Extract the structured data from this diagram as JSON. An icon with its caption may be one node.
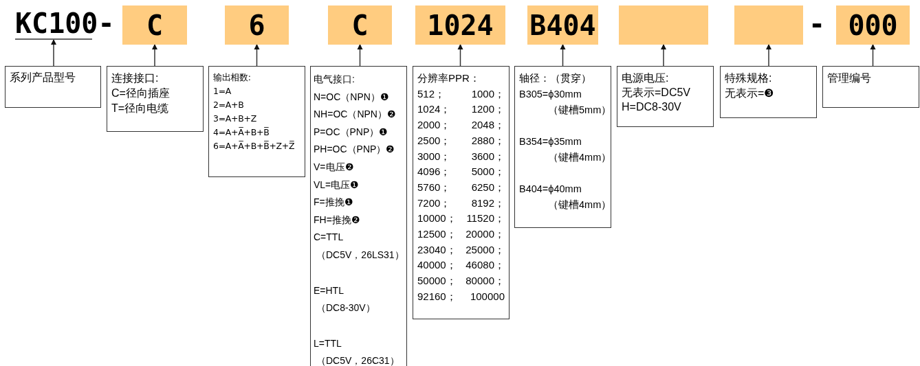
{
  "diagram": {
    "nodes": [
      {
        "text": [
          "KC100-"
        ]
      },
      {
        "text": [
          "C"
        ]
      },
      {
        "text": [
          "6"
        ]
      },
      {
        "text": [
          "C"
        ]
      },
      {
        "text": [
          "1024"
        ]
      },
      {
        "text": [
          "B404"
        ]
      },
      {
        "text": [],
        "shape": "box"
      },
      {
        "text": [],
        "shape": "box"
      },
      {
        "text": [
          "000"
        ]
      },
      {
        "text": [
          "系列产品型号"
        ]
      },
      {
        "text": [
          "连接接口:",
          "C=径向插座",
          "T=径向电缆"
        ]
      },
      {
        "text": [
          "输出相数:",
          "1=A",
          "2=A+B",
          "3=A+B+Z",
          "4=A+A̅+B+B̅",
          "6=A+A̅+B+B̅+Z+Z̅"
        ]
      },
      {
        "text": [
          "电气接口:",
          "N=OC（NPN）❶",
          "NH=OC（NPN）❷",
          "P=OC（PNP）❶",
          "PH=OC（PNP）❷",
          "V=电压❷",
          "VL=电压❶",
          "F=推挽❶",
          "FH=推挽❷",
          "C=TTL",
          "（DC5V，26LS31）",
          "E=HTL",
          "（DC8-30V）",
          "L=TTL",
          "（DC5V，26C31）"
        ]
      },
      {
        "text": [
          "分辨率PPR：",
          "512；",
          "1000；",
          "1024；",
          "1200；",
          "2000；",
          "2048；",
          "2500；",
          "2880；",
          "3000；",
          "3600；",
          "4096；",
          "5000；",
          "5760；",
          "6250；",
          "7200；",
          "8192；",
          "10000；",
          "11520；",
          "12500；",
          "20000；",
          "23040；",
          "25000；",
          "40000；",
          "46080；",
          "50000；",
          "80000；",
          "92160；",
          "100000"
        ]
      },
      {
        "text": [
          "轴径：（贯穿）",
          "B305=ϕ30mm",
          "（键槽5mm）",
          "B354=ϕ35mm",
          "（键槽4mm）",
          "B404=ϕ40mm",
          "（键槽4mm）"
        ]
      },
      {
        "text": [
          "电源电压:",
          "无表示=DC5V",
          "H=DC8-30V"
        ]
      },
      {
        "text": [
          "特殊规格:",
          "无表示=❸"
        ]
      },
      {
        "text": [
          "管理编号"
        ]
      }
    ],
    "edges": [
      {
        "from": 9,
        "to": 0,
        "arrow": "to"
      },
      {
        "from": 10,
        "to": 1,
        "arrow": "to"
      },
      {
        "from": 11,
        "to": 2,
        "arrow": "to"
      },
      {
        "from": 12,
        "to": 3,
        "arrow": "to"
      },
      {
        "from": 13,
        "to": 4,
        "arrow": "to"
      },
      {
        "from": 14,
        "to": 5,
        "arrow": "to"
      },
      {
        "from": 15,
        "to": 6,
        "arrow": "to"
      },
      {
        "from": 16,
        "to": 7,
        "arrow": "to"
      },
      {
        "from": 17,
        "to": 8,
        "arrow": "to"
      }
    ],
    "labels": [
      "-"
    ]
  }
}
